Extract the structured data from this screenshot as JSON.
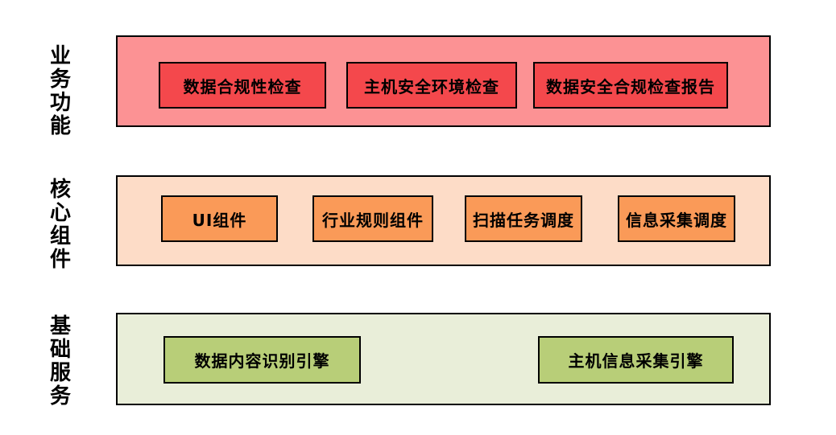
{
  "diagram": {
    "type": "layered-architecture",
    "background": "#FFFFFF",
    "border_color": "#000000",
    "text_color": "#000000",
    "layers": [
      {
        "label": "业务功能",
        "band_color": "#FC9294",
        "box_color": "#F4484C",
        "boxes": [
          "数据合规性检查",
          "主机安全环境检查",
          "数据安全合规检查报告"
        ]
      },
      {
        "label": "核心组件",
        "band_color": "#FDDCC7",
        "box_color": "#FA9A58",
        "boxes": [
          "UI组件",
          "行业规则组件",
          "扫描任务调度",
          "信息采集调度"
        ]
      },
      {
        "label": "基础服务",
        "band_color": "#E9EED9",
        "box_color": "#B8CE78",
        "boxes": [
          "数据内容识别引擎",
          "主机信息采集引擎"
        ]
      }
    ]
  }
}
